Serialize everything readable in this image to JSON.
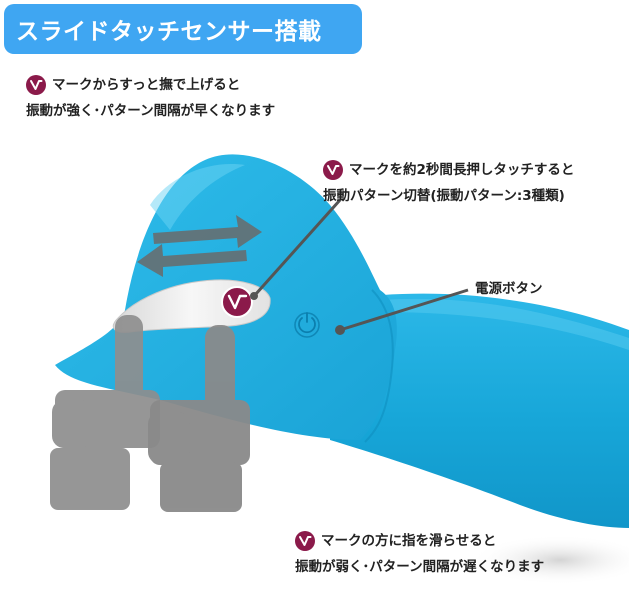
{
  "title": "スライドタッチセンサー搭載",
  "captions": {
    "slide_up": {
      "line1": "マークからすっと撫で上げると",
      "line2": "振動が強く･パターン間隔が早くなります"
    },
    "long_press": {
      "line1": "マークを約2秒間長押しタッチすると",
      "line2": "振動パターン切替(振動パターン:3種類)"
    },
    "power": {
      "line1": "電源ボタン"
    },
    "slide_down": {
      "line1": "マークの方に指を滑らせると",
      "line2": "振動が弱く･パターン間隔が遅くなります"
    }
  },
  "icons": {
    "mark": "v-mark-icon",
    "power": "power-icon",
    "arrows": "double-arrow-icon",
    "hands": "pointing-hand-icon"
  },
  "colors": {
    "banner": "#3fa6f2",
    "device": "#19a9da",
    "mark": "#8b1a4a",
    "hand": "#9a9a9a"
  }
}
